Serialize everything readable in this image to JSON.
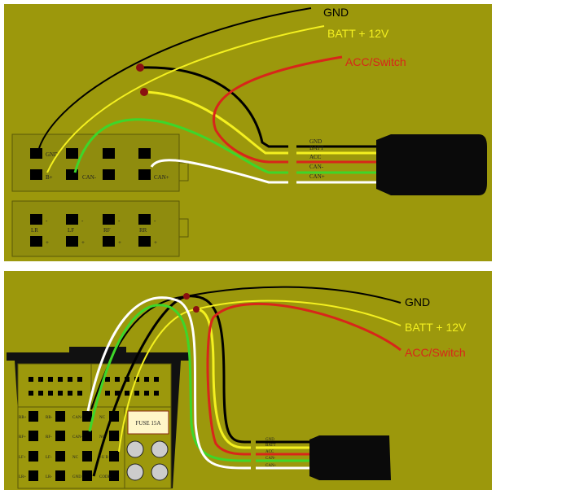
{
  "colors": {
    "panel": "#9c980c",
    "connector": "#8f8c0e",
    "gnd": "#000000",
    "batt": "#f4f020",
    "acc": "#d8261a",
    "can_minus": "#3ed62a",
    "can_plus": "#ffffff",
    "plug": "#0a0a0a"
  },
  "top": {
    "legend": {
      "gnd": "GND",
      "batt": "BATT + 12V",
      "acc": "ACC/Switch"
    },
    "plug_labels": [
      "GND",
      "BATT",
      "ACC",
      "CAN-",
      "CAN+"
    ],
    "connector1_labels": {
      "gnd": "GND",
      "b_plus": "B+",
      "can_minus": "CAN-",
      "can_plus": "CAN+"
    },
    "connector2_labels": [
      "LR",
      "LF",
      "RF",
      "RR"
    ],
    "connector2_minus": "-",
    "connector2_plus": "+"
  },
  "bottom": {
    "legend": {
      "gnd": "GND",
      "batt": "BATT + 12V",
      "acc": "ACC/Switch"
    },
    "plug_labels": [
      "GND",
      "BATT",
      "ACC",
      "CAN-",
      "CAN+"
    ],
    "fuse": "FUSE 15A",
    "pin_labels": [
      [
        "RR+",
        "RR-",
        "CAN+",
        "NC"
      ],
      [
        "RF+",
        "RF-",
        "CAN-",
        "NC"
      ],
      [
        "LF+",
        "LF-",
        "NC",
        "+U B"
      ],
      [
        "LR+",
        "LR-",
        "GND",
        "CODE"
      ]
    ]
  }
}
